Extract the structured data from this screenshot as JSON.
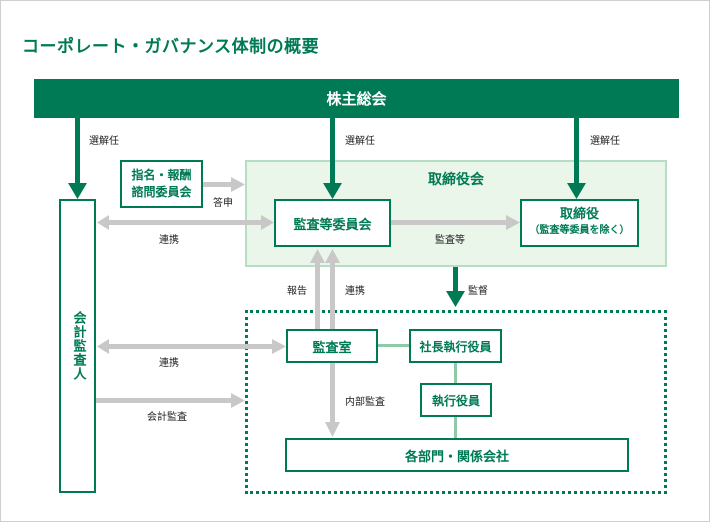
{
  "title": "コーポレート・ガバナンス体制の概要",
  "nodes": {
    "shareholders_meeting": "株主総会",
    "board_of_directors": "取締役会",
    "nomination_committee_line1": "指名・報酬",
    "nomination_committee_line2": "諮問委員会",
    "audit_committee": "監査等委員会",
    "directors": "取締役",
    "directors_note": "（監査等委員を除く）",
    "accounting_auditor": "会計監査人",
    "audit_office": "監査室",
    "president": "社長執行役員",
    "executive_officers": "執行役員",
    "departments": "各部門・関係会社"
  },
  "labels": {
    "elect_left": "選解任",
    "elect_center": "選解任",
    "elect_right": "選解任",
    "report_response": "答申",
    "cooperation_top": "連携",
    "audit_etc": "監査等",
    "supervision": "監督",
    "report": "報告",
    "cooperation_mid": "連携",
    "cooperation_lower": "連携",
    "internal_audit": "内部監査",
    "accounting_audit": "会計監査"
  },
  "colors": {
    "primary_green": "#007a55",
    "board_fill": "#eaf6ea",
    "board_border": "#b5dec5",
    "gray_arrow": "#c8c8c8"
  }
}
